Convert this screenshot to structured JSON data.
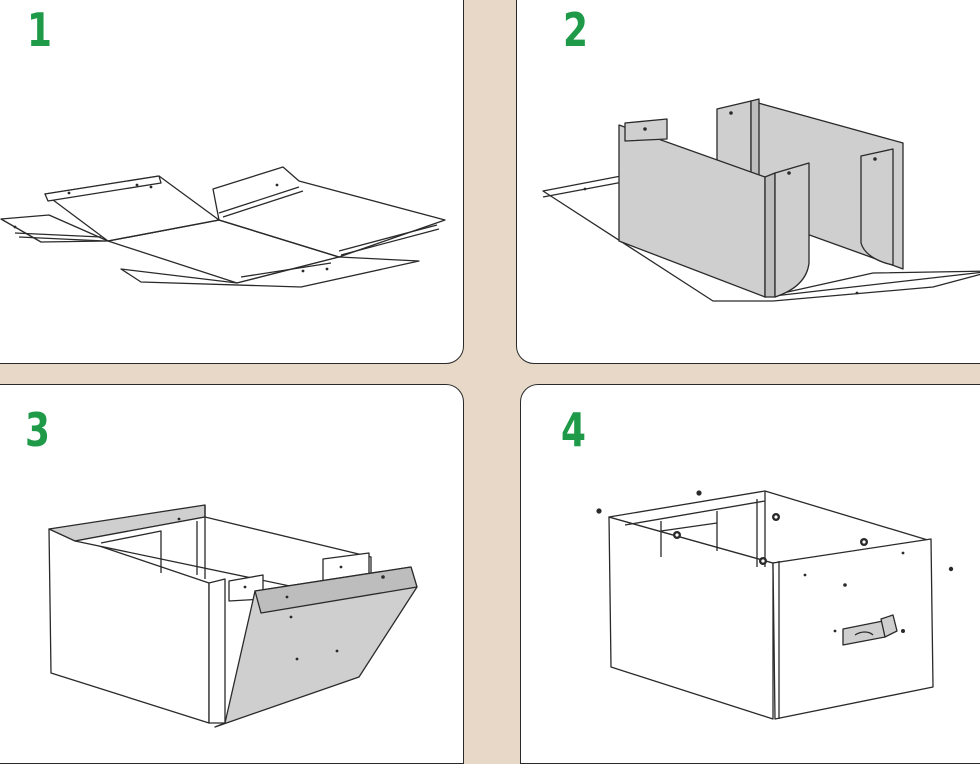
{
  "steps": [
    {
      "number": "1"
    },
    {
      "number": "2"
    },
    {
      "number": "3"
    },
    {
      "number": "4"
    }
  ],
  "colors": {
    "background": "#e8d8c8",
    "step_number": "#1e9a48",
    "panel": "#ffffff",
    "outline": "#2a2a2a",
    "metal_fill": "#cfcfcf"
  }
}
